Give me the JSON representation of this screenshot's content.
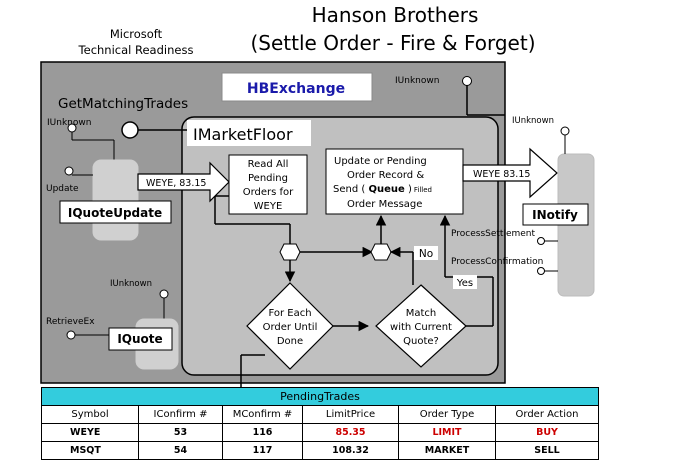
{
  "header": {
    "title_line1": "Hanson Brothers",
    "title_line2": "(Settle Order - Fire & Forget)",
    "company_line1": "Microsoft",
    "company_line2": "Technical Readiness"
  },
  "outer": {
    "server_label": "HBExchange",
    "component_label": "GetMatchingTrades",
    "iunknown_top": "IUnknown",
    "iunknown_left": "IUnknown",
    "iunknown_quote": "IUnknown",
    "iunknown_notify": "IUnknown"
  },
  "interfaces": {
    "quote_update": "IQuoteUpdate",
    "update_method": "Update",
    "quote": "IQuote",
    "retrieve_method": "RetrieveEx",
    "market_floor": "IMarketFloor",
    "notify": "INotify",
    "process_settlement": "ProcessSettlement",
    "process_confirmation": "ProcessConfirmation"
  },
  "flow": {
    "arrow_in_label": "WEYE, 83.15",
    "arrow_out_label": "WEYE 83.15",
    "read_box": [
      "Read All",
      "Pending",
      "Orders for",
      "WEYE"
    ],
    "update_box_line1": "Update or  Pending",
    "update_box_line2": "Order Record &",
    "update_box_line3_pre": "Send ( ",
    "update_box_line3_bold": "Queue",
    "update_box_line3_post": " )",
    "update_box_line3_small": "Filled",
    "update_box_line4": "Order Message",
    "loop_diamond": [
      "For Each",
      "Order Until",
      "Done"
    ],
    "match_diamond": [
      "Match",
      "with Current",
      "Quote?"
    ],
    "no_label": "No",
    "yes_label": "Yes"
  },
  "pending_trades": {
    "title": "PendingTrades",
    "columns": [
      "Symbol",
      "IConfirm #",
      "MConfirm #",
      "LimitPrice",
      "Order Type",
      "Order Action"
    ],
    "rows": [
      [
        "WEYE",
        "53",
        "116",
        "85.35",
        "LIMIT",
        "BUY"
      ],
      [
        "MSQT",
        "54",
        "117",
        "108.32",
        "MARKET",
        "SELL"
      ]
    ],
    "highlight_color": "#cc0000",
    "header_color": "#33ccdd"
  },
  "colors": {
    "outer_box": "#9a9a9a",
    "inner_box": "#c0c0c0",
    "component_box": "#c8c8c8",
    "server_label_text": "#1a1aaa"
  }
}
